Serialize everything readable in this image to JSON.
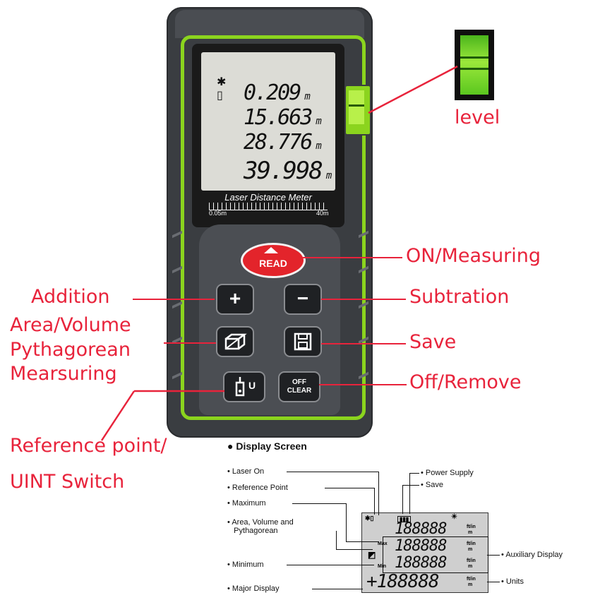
{
  "device": {
    "lcd_values": [
      "0.209",
      "15.663",
      "28.776",
      "39.998"
    ],
    "lcd_unit": "m",
    "brand_text": "Laser Distance Meter",
    "range_min": "0.05m",
    "range_max": "40m",
    "read_label": "READ",
    "plus_label": "+",
    "minus_label": "−",
    "unit_key_label": "U",
    "off_clear_label": "OFF\nCLEAR",
    "body_color": "#3a3d41",
    "accent_color": "#8bd41e",
    "read_button_color": "#e3242b"
  },
  "labels": {
    "level": "level",
    "on_measuring": "ON/Measuring",
    "addition": "Addition",
    "subtration": "Subtration",
    "area_volume": "Area/Volume",
    "pythagorean": "Pythagorean",
    "mearsuring": "Mearsuring",
    "save": "Save",
    "off_remove": "Off/Remove",
    "reference_point": "Reference point/",
    "uint_switch": "UINT Switch",
    "label_color": "#e8233b"
  },
  "display_screen": {
    "title": "Display Screen",
    "laser_on": "Laser On",
    "reference_point": "Reference Point",
    "maximum": "Maximum",
    "area_volume_pythagorean_line1": "Area, Volume and",
    "area_volume_pythagorean_line2": "Pythagorean",
    "minimum": "Minimum",
    "major_display": "Major Display",
    "power_supply": "Power Supply",
    "save": "Save",
    "auxiliary_display": "Auxiliary Display",
    "units": "Units",
    "segment_digits": "188888",
    "max_tag": "Max",
    "min_tag": "Min",
    "units_tag": "ft/in",
    "units_tag2": "m"
  }
}
